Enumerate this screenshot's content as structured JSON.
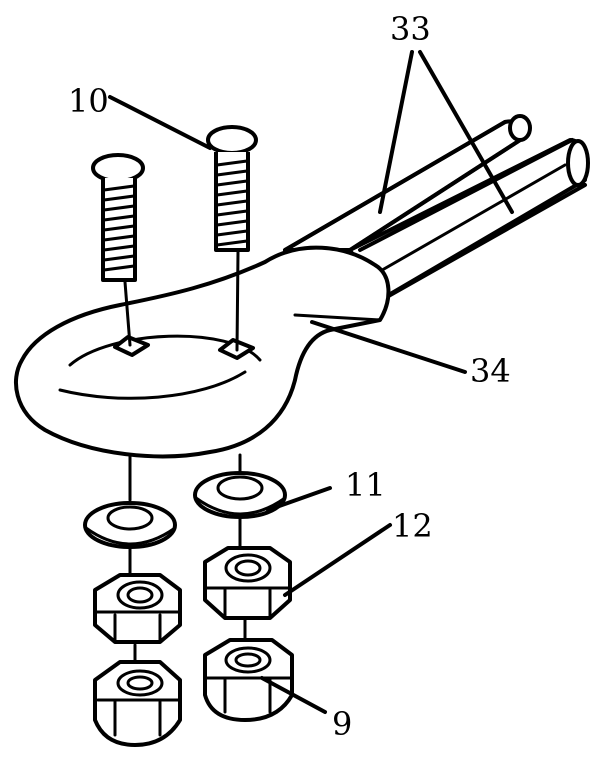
{
  "labels": {
    "bolt": "10",
    "tubes": "33",
    "bracket": "34",
    "washer": "11",
    "nut": "12",
    "locknut": "9"
  }
}
